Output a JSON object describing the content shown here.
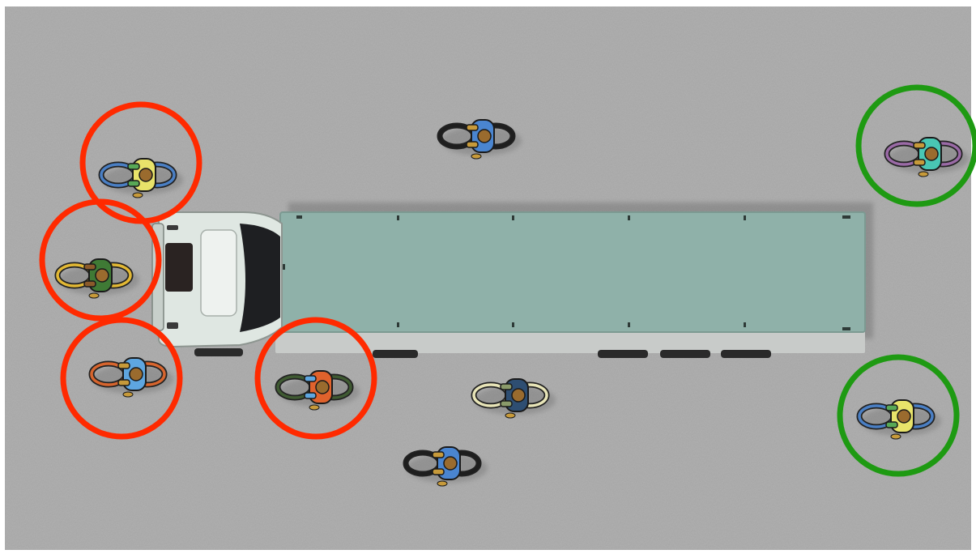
{
  "scene": {
    "ground_color": "#a9a9a9",
    "frame_color": "#ffffff",
    "danger_circle_color": "#ff2a00",
    "safe_circle_color": "#1e9a12",
    "truck": {
      "cab_color": "#dfe7e2",
      "trailer_color": "#8fb1a9",
      "trailer_side_color": "#c8cbc9"
    },
    "cyclists": [
      {
        "id": "cyclist-1",
        "zone": "danger",
        "bike_color": "#4a7fc4",
        "shirt_color": "#e8e36a",
        "accent_color": "#58a956"
      },
      {
        "id": "cyclist-2",
        "zone": "danger",
        "bike_color": "#e2b834",
        "shirt_color": "#3f7a35",
        "accent_color": "#8b5a2b"
      },
      {
        "id": "cyclist-3",
        "zone": "danger",
        "bike_color": "#d7652e",
        "shirt_color": "#5ea6e0",
        "accent_color": "#c79a3a"
      },
      {
        "id": "cyclist-4",
        "zone": "danger",
        "bike_color": "#3f5a32",
        "shirt_color": "#e0622c",
        "accent_color": "#5ea6e0"
      },
      {
        "id": "cyclist-5",
        "zone": "neutral",
        "bike_color": "#1e1e1e",
        "shirt_color": "#4a85d0",
        "accent_color": "#c79a3a"
      },
      {
        "id": "cyclist-6",
        "zone": "neutral",
        "bike_color": "#e8e5b8",
        "shirt_color": "#2e4e72",
        "accent_color": "#8a9a6a"
      },
      {
        "id": "cyclist-7",
        "zone": "neutral",
        "bike_color": "#1e1e1e",
        "shirt_color": "#4a85d0",
        "accent_color": "#c79a3a"
      },
      {
        "id": "cyclist-8",
        "zone": "safe",
        "bike_color": "#9a6aa6",
        "shirt_color": "#49c7b4",
        "accent_color": "#c79a3a"
      },
      {
        "id": "cyclist-9",
        "zone": "safe",
        "bike_color": "#4a7fc4",
        "shirt_color": "#e8e36a",
        "accent_color": "#58a956"
      }
    ]
  }
}
